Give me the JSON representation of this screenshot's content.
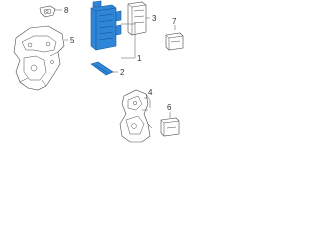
{
  "callouts": {
    "c1": "1",
    "c2": "2",
    "c3": "3",
    "c4": "4",
    "c5": "5",
    "c6": "6",
    "c7": "7",
    "c8": "8"
  },
  "colors": {
    "highlight": "#2f86d6",
    "line": "#4a4a4a",
    "background": "#ffffff"
  }
}
